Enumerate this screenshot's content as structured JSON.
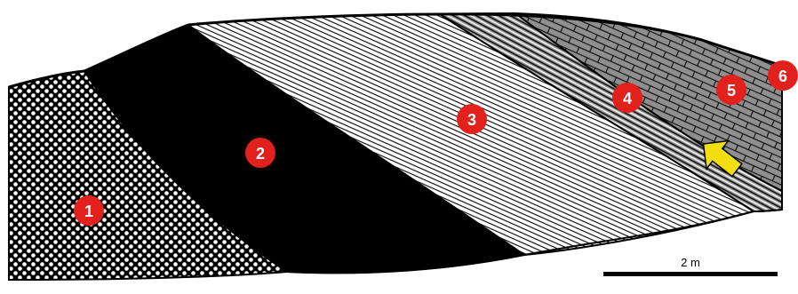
{
  "figure": {
    "type": "geological cross-section",
    "units": [
      {
        "label": "1",
        "pattern": "dotted-grid",
        "color": "#000000"
      },
      {
        "label": "2",
        "pattern": "solid",
        "color": "#000000"
      },
      {
        "label": "3",
        "pattern": "fine-oblique-lines",
        "color": "#000000"
      },
      {
        "label": "4",
        "pattern": "thin-interbedded-layers",
        "color": "#8f8f8f"
      },
      {
        "label": "5",
        "pattern": "brick",
        "color": "#8f8f8f"
      },
      {
        "label": "6",
        "pattern": "brick",
        "color": "#8f8f8f"
      }
    ],
    "marker_color": "#e3211c",
    "arrow": {
      "color": "#f2df10",
      "points_to": "unit 4 contact"
    },
    "scale_bar": {
      "label": "2 m"
    }
  }
}
